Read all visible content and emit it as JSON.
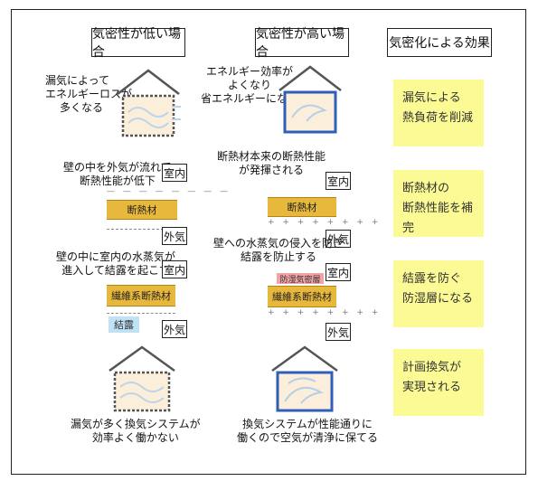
{
  "headers": {
    "low": "気密性が低い場合",
    "high": "気密性が高い場合",
    "effect": "気密化による効果"
  },
  "low": {
    "house_top_text": [
      "漏気によって",
      "エネルギーロスが",
      "多くなる"
    ],
    "wall_text_1": [
      "壁の中を外気が流れて",
      "断熱性能が低下"
    ],
    "insulation_1": "断熱材",
    "wall_text_2": [
      "壁の中に室内の水蒸気が",
      "進入して結露を起こす"
    ],
    "insulation_2": "繊維系断熱材",
    "condensation": "結露",
    "bottom_text": [
      "漏気が多く換気システムが",
      "効率よく働かない"
    ]
  },
  "high": {
    "house_top_text": [
      "エネルギー効率が",
      "よくなり",
      "省エネルギーになる"
    ],
    "wall_text_1": [
      "断熱材本来の断熱性能",
      "が発揮される"
    ],
    "insulation_1": "断熱材",
    "wall_text_2": [
      "壁への水蒸気の侵入を防ぎ",
      "結露を防止する"
    ],
    "vapor_barrier": "防湿気密層",
    "insulation_2": "繊維系断熱材",
    "bottom_text": [
      "換気システムが性能通りに",
      "働くので空気が清浄に保てる"
    ]
  },
  "tags": {
    "indoor": "室内",
    "outdoor": "外気"
  },
  "effects": [
    "漏気による\n熱負荷を削減",
    "断熱材の\n断熱性能を補完",
    "結露を防ぐ\n防湿層になる",
    "計画換気が\n実現される"
  ],
  "colors": {
    "insulation": "#e8b83c",
    "effect_box": "#fbfa94",
    "condensation": "#bfe3f4",
    "vapor_barrier": "#f2a3a3",
    "airtight_house": "#2f5fb8",
    "leaky_house": "#555555"
  },
  "icons": [
    "leaky-house-icon",
    "airtight-house-icon"
  ]
}
